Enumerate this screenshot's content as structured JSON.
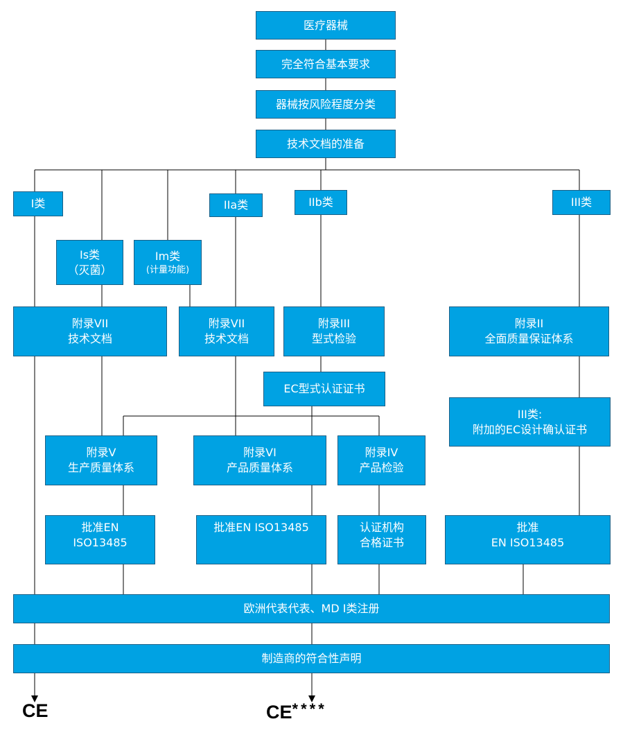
{
  "nodes": {
    "device": "医疗器械",
    "essential_requirements": "完全符合基本要求",
    "classification": "器械按风险程度分类",
    "technical_docs_prep": "技术文档的准备",
    "class_i": "I类",
    "class_iia": "IIa类",
    "class_iib": "IIb类",
    "class_iii": "III类",
    "class_is": {
      "line1": "Is类",
      "line2": "（灭菌）"
    },
    "class_im": {
      "line1": "Im类",
      "line2": "(计量功能)"
    },
    "annex_vii_left": {
      "line1": "附录VII",
      "line2": "技术文档"
    },
    "annex_vii_mid": {
      "line1": "附录VII",
      "line2": "技术文档"
    },
    "annex_iii": {
      "line1": "附录III",
      "line2": "型式检验"
    },
    "annex_ii": {
      "line1": "附录II",
      "line2": "全面质量保证体系"
    },
    "ec_type_cert": "EC型式认证证书",
    "class_iii_design": {
      "line1": "III类:",
      "line2": "附加的EC设计确认证书"
    },
    "annex_v": {
      "line1": "附录V",
      "line2": "生产质量体系"
    },
    "annex_vi": {
      "line1": "附录VI",
      "line2": "产品质量体系"
    },
    "annex_iv": {
      "line1": "附录IV",
      "line2": "产品检验"
    },
    "approve_en_left": {
      "line1": "批准EN",
      "line2": "ISO13485"
    },
    "approve_en_mid": "批准EN ISO13485",
    "notified_body_cert": {
      "line1": "认证机构",
      "line2": "合格证书"
    },
    "approve_en_right": {
      "line1": "批准",
      "line2": "EN ISO13485"
    },
    "eu_rep": "欧洲代表代表、MD I类注册",
    "declaration": "制造商的符合性声明"
  },
  "marks": {
    "ce_left": "CE",
    "ce_right": "CE",
    "ce_right_suffix": "****"
  },
  "colors": {
    "box_fill": "#00A2E3",
    "box_border": "#1a5f85",
    "box_text": "#ffffff",
    "line": "#000000"
  }
}
